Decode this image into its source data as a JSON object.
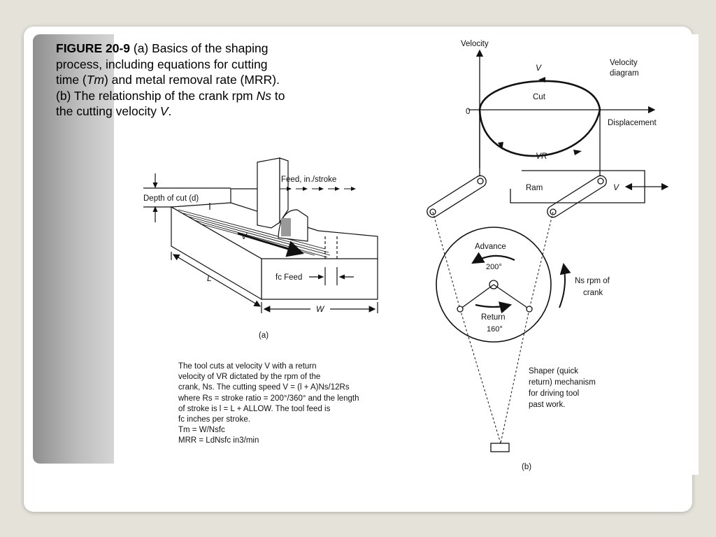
{
  "caption": {
    "figure_label": "FIGURE 20-9",
    "part1": "(a) Basics of the shaping process, including equations for cutting time (",
    "tm": "Tm",
    "part2": ") and metal removal rate (MRR). (b) The relationship of the crank rpm ",
    "ns": "Ns",
    "part3": " to the cutting velocity ",
    "v": "V",
    "part4": "."
  },
  "figure_a": {
    "feed_label": "Feed, in./stroke",
    "depth_label": "Depth of cut (d)",
    "v_label": "V",
    "l_label": "L",
    "w_label": "W",
    "fc_feed_label": "fc Feed",
    "part_label": "(a)"
  },
  "explanation": {
    "lines": [
      "The tool cuts at velocity V with a return",
      "velocity of VR dictated by the rpm of the",
      "crank, Ns. The cutting speed V = (l + A)Ns/12Rs",
      "where Rs = stroke ratio = 200°/360° and the length",
      "of stroke is l = L + ALLOW. The tool feed is",
      "fc inches per stroke.",
      "Tm = W/Nsfc",
      "MRR = LdNsfc in3/min"
    ]
  },
  "figure_b": {
    "velocity_axis": "Velocity",
    "displacement_axis": "Displacement",
    "zero_label": "0",
    "v_label": "V",
    "cut_label": "Cut",
    "vr_label": "VR",
    "velocity_diagram_line1": "Velocity",
    "velocity_diagram_line2": "diagram",
    "ram_label": "Ram",
    "ram_v_label": "V",
    "advance_label": "Advance",
    "advance_angle": "200°",
    "return_label": "Return",
    "return_angle": "160°",
    "crank_label_line1": "Ns rpm of",
    "crank_label_line2": "crank",
    "shaper_line1": "Shaper (quick",
    "shaper_line2": "return) mechanism",
    "shaper_line3": "for driving tool",
    "shaper_line4": "past work.",
    "part_label": "(b)"
  }
}
